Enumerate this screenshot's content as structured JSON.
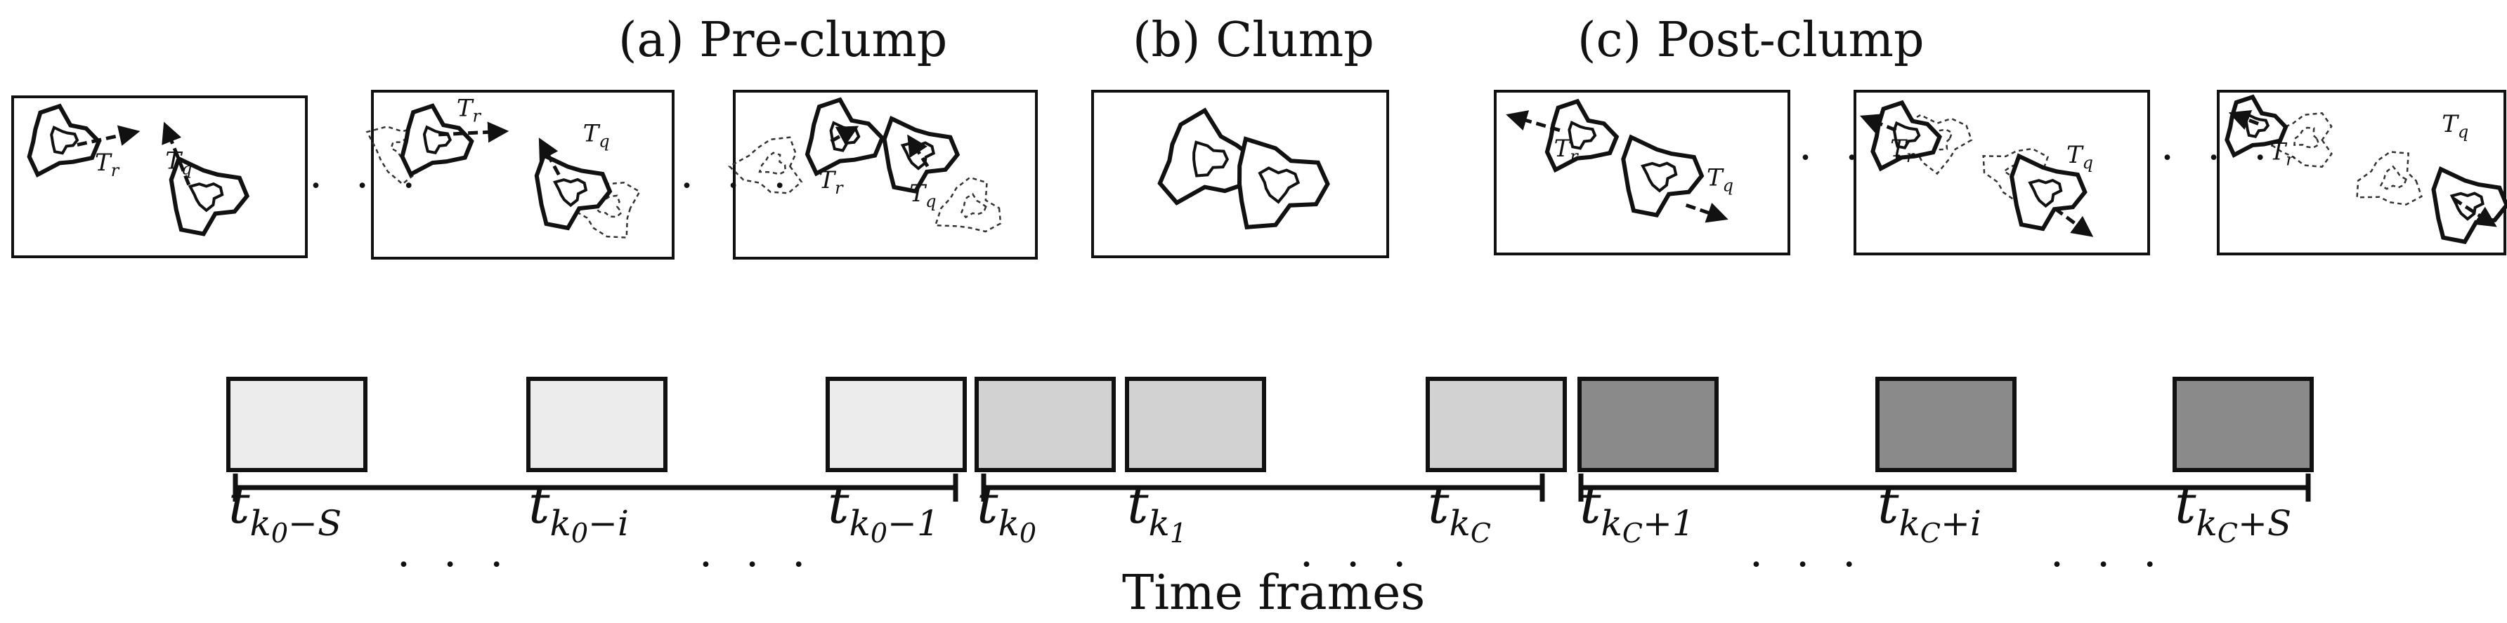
{
  "phases": [
    {
      "label": "(a) Pre-clump",
      "fill": "#ececec"
    },
    {
      "label": "(b) Clump",
      "fill": "#d2d2d2"
    },
    {
      "label": "(c) Post-clump",
      "fill": "#8a8a8a"
    }
  ],
  "track_symbols": {
    "r": "T",
    "r_sub": "r",
    "q": "T",
    "q_sub": "q"
  },
  "ellipsis": "· · ·",
  "frames": [
    {
      "t": "t",
      "sub": "k",
      "sub2": "0",
      "rest": "−S"
    },
    {
      "t": "t",
      "sub": "k",
      "sub2": "0",
      "rest": "−i"
    },
    {
      "t": "t",
      "sub": "k",
      "sub2": "0",
      "rest": "−1"
    },
    {
      "t": "t",
      "sub": "k",
      "sub2": "0",
      "rest": ""
    },
    {
      "t": "t",
      "sub": "k",
      "sub2": "1",
      "rest": ""
    },
    {
      "t": "t",
      "sub": "k",
      "sub2": "C",
      "rest": ""
    },
    {
      "t": "t",
      "sub": "k",
      "sub2": "C",
      "rest": "+1"
    },
    {
      "t": "t",
      "sub": "k",
      "sub2": "C",
      "rest": "+i"
    },
    {
      "t": "t",
      "sub": "k",
      "sub2": "C",
      "rest": "+S"
    }
  ],
  "x_axis_label": "Time frames",
  "colors": {
    "stroke": "#111111",
    "dashed": "#333333"
  }
}
